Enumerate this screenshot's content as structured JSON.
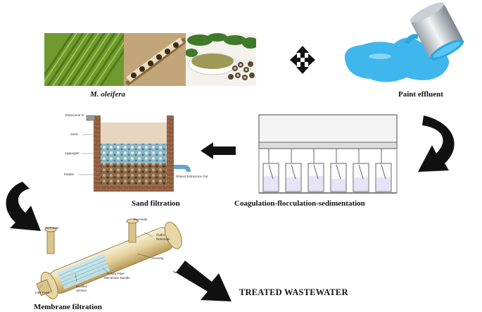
{
  "captions": {
    "moringa": "M. oleifera",
    "paint": "Paint effluent",
    "coagulation": "Coagulation-flocculation-sedimentation",
    "sand": "Sand filtration",
    "membrane": "Membrane filtration",
    "treated": "TREATED WASTEWATER"
  },
  "sand_filter_labels": {
    "inlet": "Estrazione In",
    "sand": "Sand",
    "aggregate": "Aggregate",
    "pebble": "Pebble",
    "outlet": "Shared Estrazione Out"
  },
  "membrane_labels": {
    "permeate_left": "Permeate",
    "permeate_right": "Permeate",
    "outlet": "Outlet",
    "retentate": "Retentate",
    "housing": "Housing",
    "hollow_fiber": "Hollow Fiber",
    "membrane_bundle": "Membrane Bundle",
    "bonded": "Bonded",
    "section": "Section",
    "inlet_feed": "Inlet Feed"
  },
  "colors": {
    "arrow": "#111111",
    "paint_blue": "#3fb6ec",
    "sand": "#e6d6c0",
    "aggregate": "#8fb7c4",
    "pebble": "#8a6a4a",
    "brick": "#8d5a3c",
    "membrane_body": "#e8dcb0"
  },
  "icons": {
    "move": "four-way-arrow-icon"
  }
}
